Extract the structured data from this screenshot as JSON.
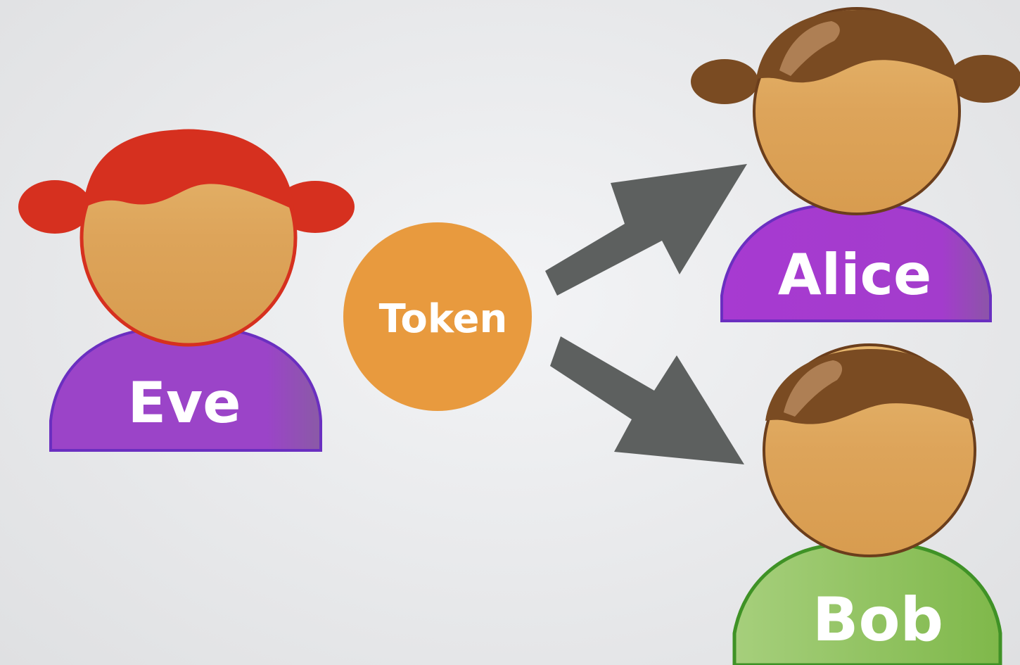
{
  "people": {
    "eve": {
      "name": "Eve",
      "hair_color": "#d6301f",
      "shirt_color": "#9b44c8",
      "outline_color": "#d6301f"
    },
    "alice": {
      "name": "Alice",
      "hair_color": "#7a4b22",
      "shirt_color": "#a33ccc",
      "outline_color": "#6b3e1c"
    },
    "bob": {
      "name": "Bob",
      "hair_color": "#7a4b22",
      "shirt_color": "#93c35c",
      "outline_color": "#6b3e1c"
    }
  },
  "token": {
    "label": "Token",
    "color": "#e89a3e"
  },
  "arrows": {
    "color": "#5d605f",
    "targets": [
      "alice",
      "bob"
    ]
  },
  "colors": {
    "skin": "#dda45a",
    "background": "#e9eaec"
  }
}
